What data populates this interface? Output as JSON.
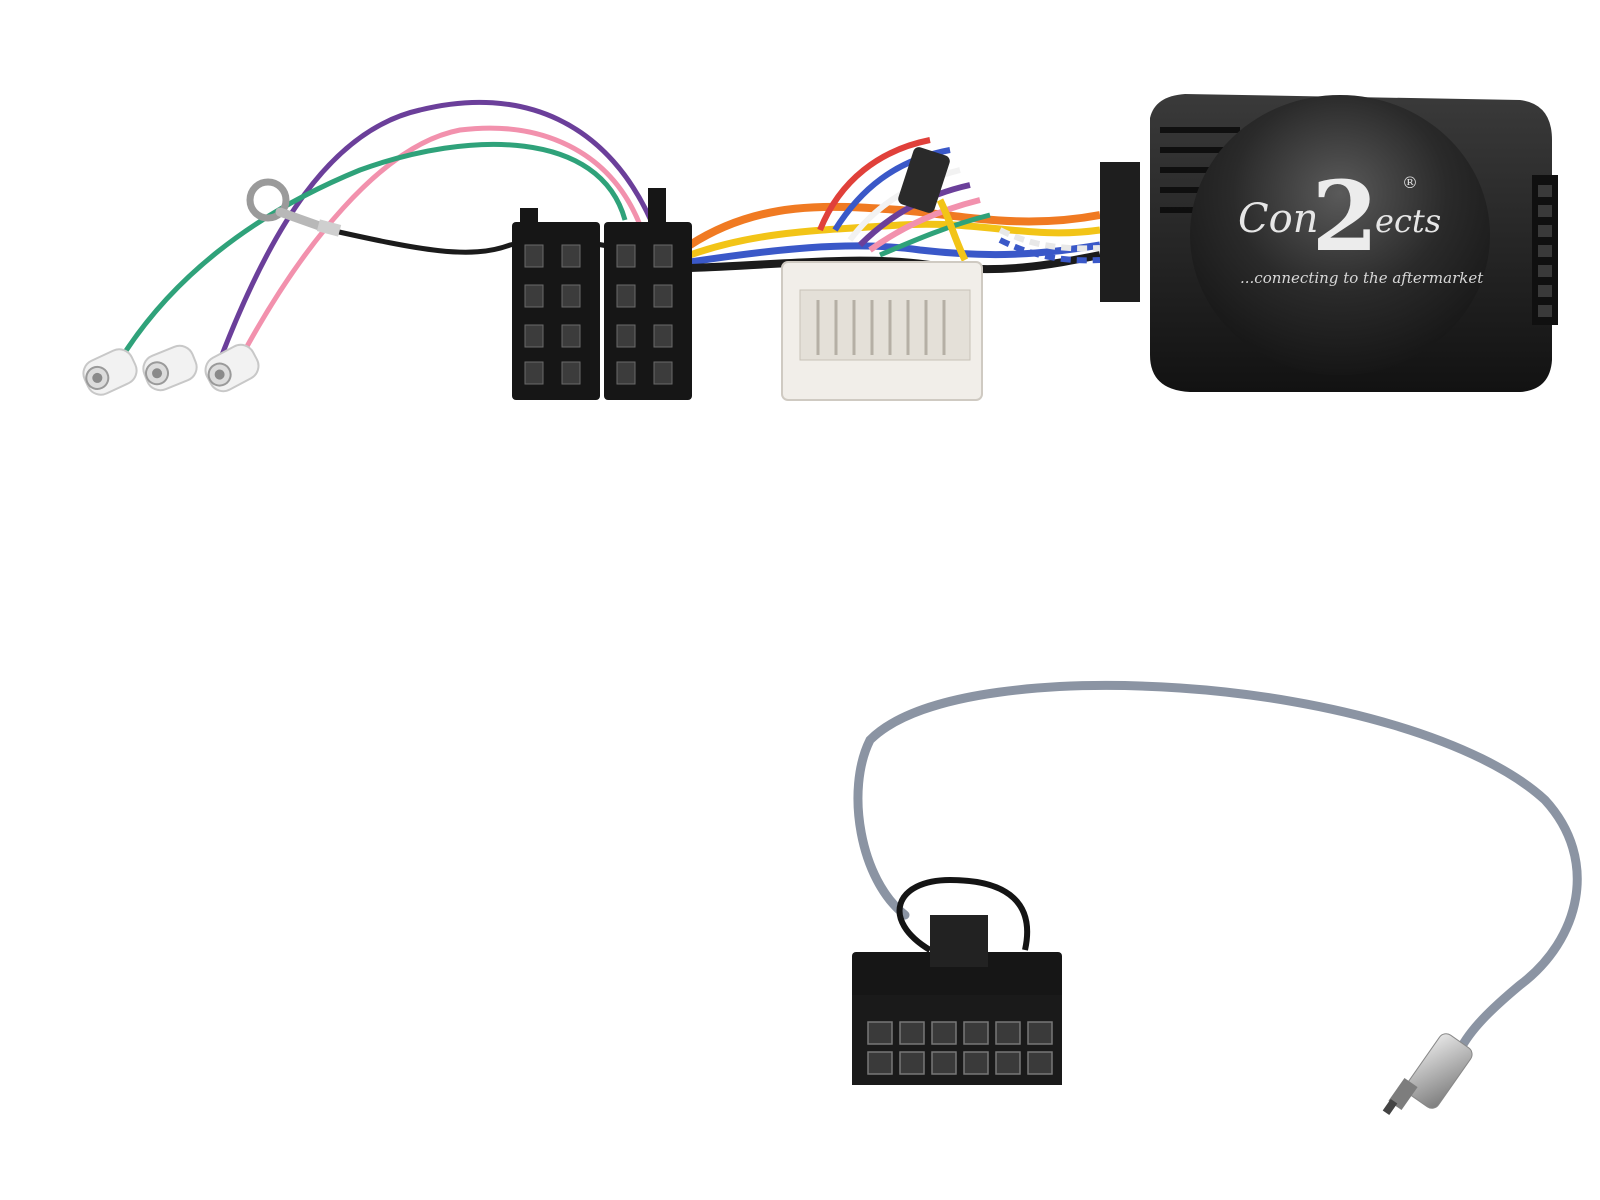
{
  "product": {
    "brand": {
      "word_part1": "Con",
      "word_part2": "ects",
      "numeral": "2",
      "registered": "®",
      "tagline": "...connecting to the aftermarket"
    },
    "colors": {
      "background": "#ffffff",
      "module_body": "#1b1b1b",
      "connector_black": "#161616",
      "connector_white": "#f1eee9",
      "cable_grey": "#8b94a3",
      "wire_purple": "#6b3f9a",
      "wire_pink": "#f291ad",
      "wire_green": "#2fa27a",
      "wire_orange": "#f07a22",
      "wire_blue": "#3a58c8",
      "wire_yellow": "#f2c417",
      "wire_red": "#e0403a"
    },
    "icons": {
      "module": "interface-box-icon",
      "iso_connector": "iso-connector-icon",
      "white_plug": "vehicle-plug-icon",
      "ring_terminal": "ring-terminal-icon",
      "patch_lead_plug": "patch-lead-plug-icon",
      "jack": "mono-jack-icon"
    }
  }
}
